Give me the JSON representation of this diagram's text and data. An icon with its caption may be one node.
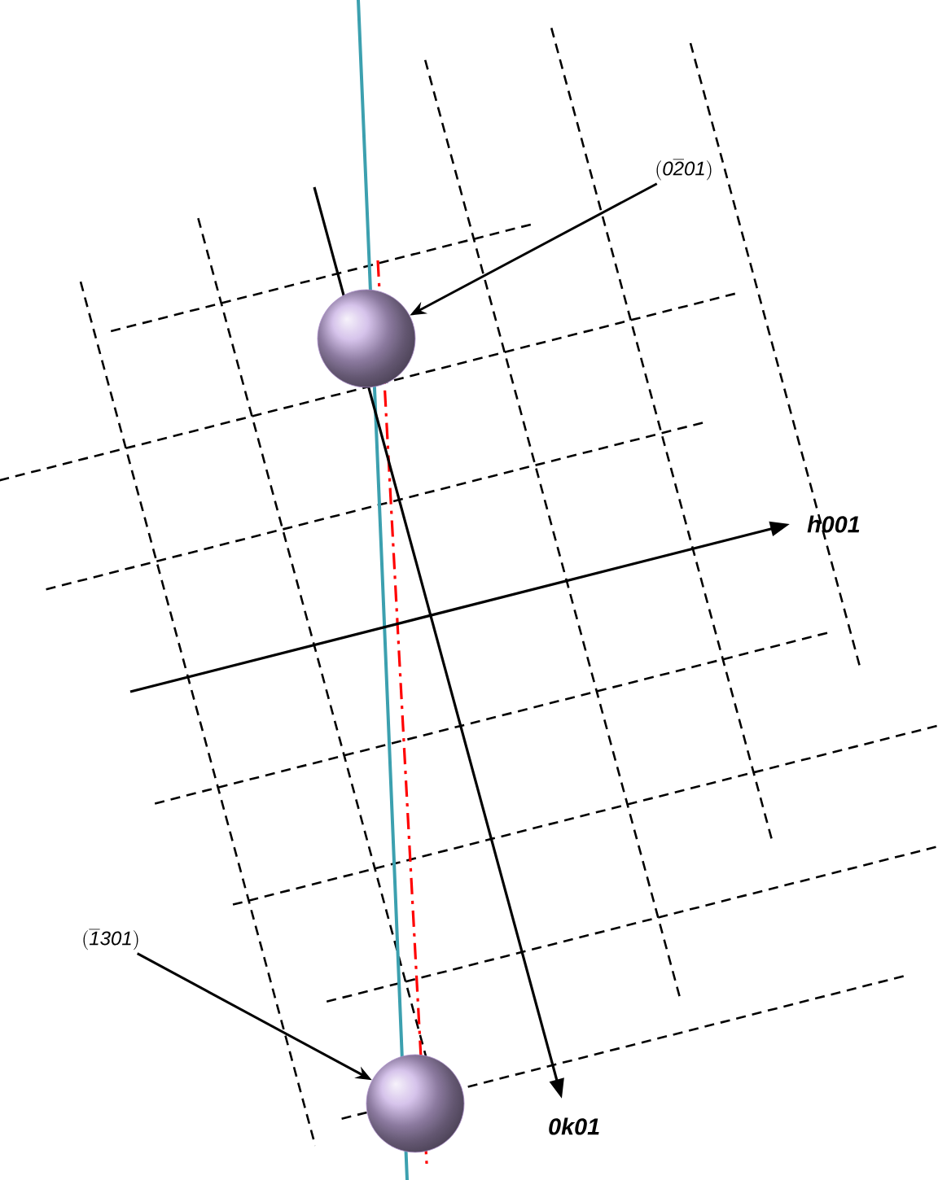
{
  "diagram": {
    "nodes": [
      {
        "text": [
          "(\\mathit{0\\overline{2}01})"
        ]
      },
      {
        "text": [],
        "shape": "circle"
      },
      {
        "text": [
          "(\\mathit{\\overline{1}301})"
        ]
      },
      {
        "text": [],
        "shape": "circle"
      }
    ],
    "edges": [
      {
        "from": 0,
        "to": 1,
        "arrow": "to"
      },
      {
        "from": 2,
        "to": 3,
        "arrow": "to"
      }
    ],
    "labels": [
      "**h001**",
      "**0k01**"
    ]
  }
}
